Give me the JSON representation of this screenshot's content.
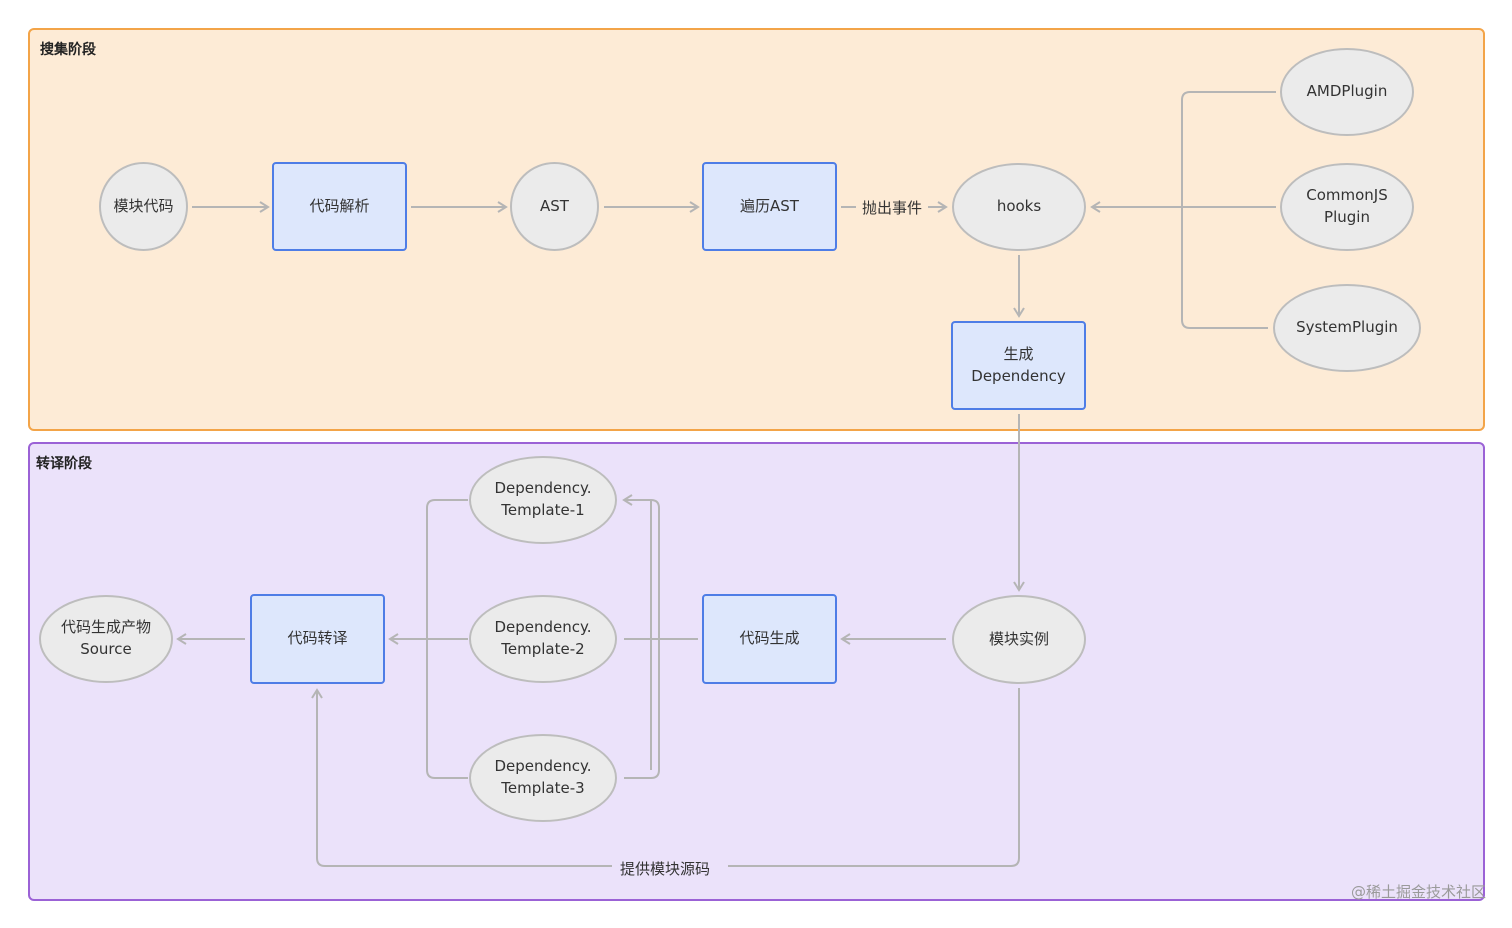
{
  "panels": {
    "collect": {
      "title": "搜集阶段"
    },
    "transpile": {
      "title": "转译阶段"
    }
  },
  "nodes": {
    "module_code": "模块代码",
    "code_parse": "代码解析",
    "ast": "AST",
    "walk_ast": "遍历AST",
    "hooks": "hooks",
    "amd_plugin": "AMDPlugin",
    "commonjs_plugin": "CommonJS\nPlugin",
    "system_plugin": "SystemPlugin",
    "gen_dependency": "生成\nDependency",
    "module_instance": "模块实例",
    "code_gen": "代码生成",
    "dep_template_1": "Dependency.\nTemplate-1",
    "dep_template_2": "Dependency.\nTemplate-2",
    "dep_template_3": "Dependency.\nTemplate-3",
    "code_transpile": "代码转译",
    "artifact_source": "代码生成产物\nSource"
  },
  "edge_labels": {
    "emit_event": "抛出事件",
    "provide_source": "提供模块源码"
  },
  "watermark": "@稀土掘金技术社区",
  "colors": {
    "collect_fill": "#fdebd6",
    "collect_border": "#f3a448",
    "transpile_fill": "#ebe2fa",
    "transpile_border": "#9b62d6",
    "rect_fill": "#dde7fc",
    "rect_border": "#4e7de6",
    "ellipse_fill": "#ebebeb",
    "ellipse_border": "#bdbdbd",
    "edge": "#b5b5b5"
  }
}
